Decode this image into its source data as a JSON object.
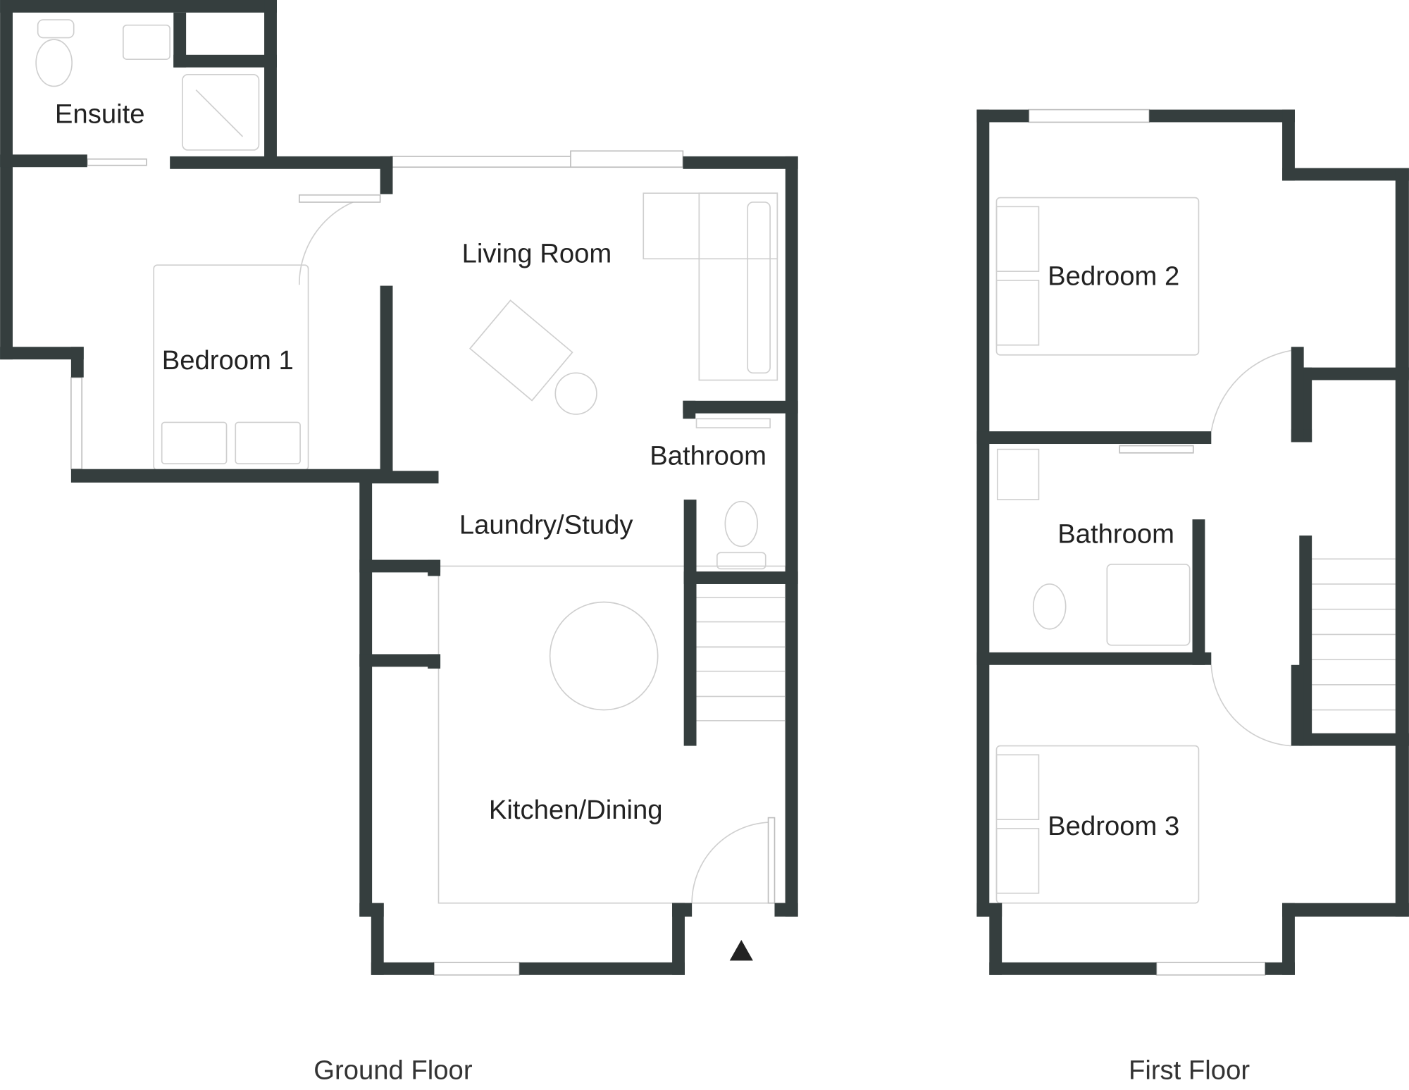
{
  "colors": {
    "wall": "#353e3e",
    "fixture": "#cfcfcf"
  },
  "ground_floor": {
    "title": "Ground Floor",
    "rooms": [
      "Ensuite",
      "Bedroom 1",
      "Living Room",
      "Bathroom",
      "Laundry/Study",
      "Kitchen/Dining"
    ]
  },
  "first_floor": {
    "title": "First Floor",
    "rooms": [
      "Bedroom 2",
      "Bathroom",
      "Bedroom 3"
    ]
  },
  "icons": {
    "entrance": "entrance-triangle-icon"
  }
}
